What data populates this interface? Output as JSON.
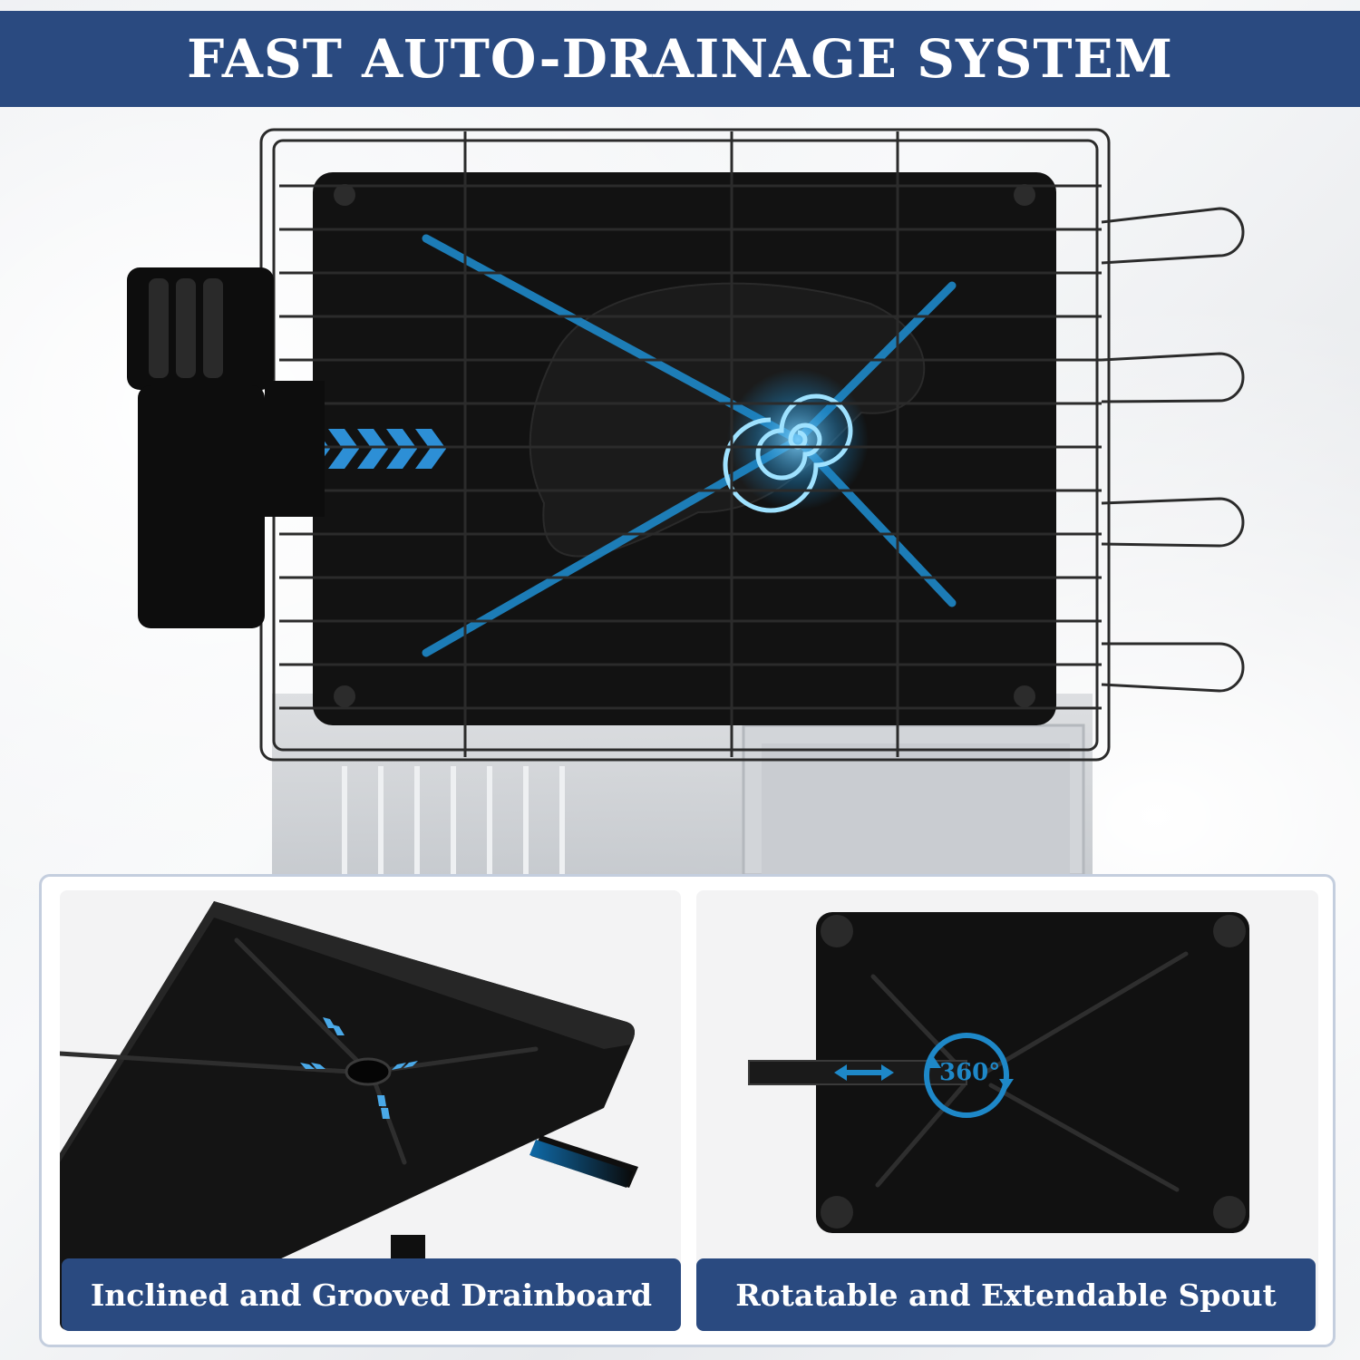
{
  "header": {
    "title": "FAST AUTO-DRAINAGE SYSTEM"
  },
  "panels": [
    {
      "caption": "Inclined and Grooved Drainboard"
    },
    {
      "caption": "Rotatable and Extendable Spout",
      "rotation_label": "360°"
    }
  ],
  "colors": {
    "band": "#2a4a80",
    "accent_blue": "#1e88c8",
    "board_black": "#121212",
    "wire": "#2b2b2b"
  },
  "icons": [
    "chevron-arrows-icon",
    "swirl-drain-icon",
    "rotate-360-icon",
    "double-arrow-icon"
  ]
}
